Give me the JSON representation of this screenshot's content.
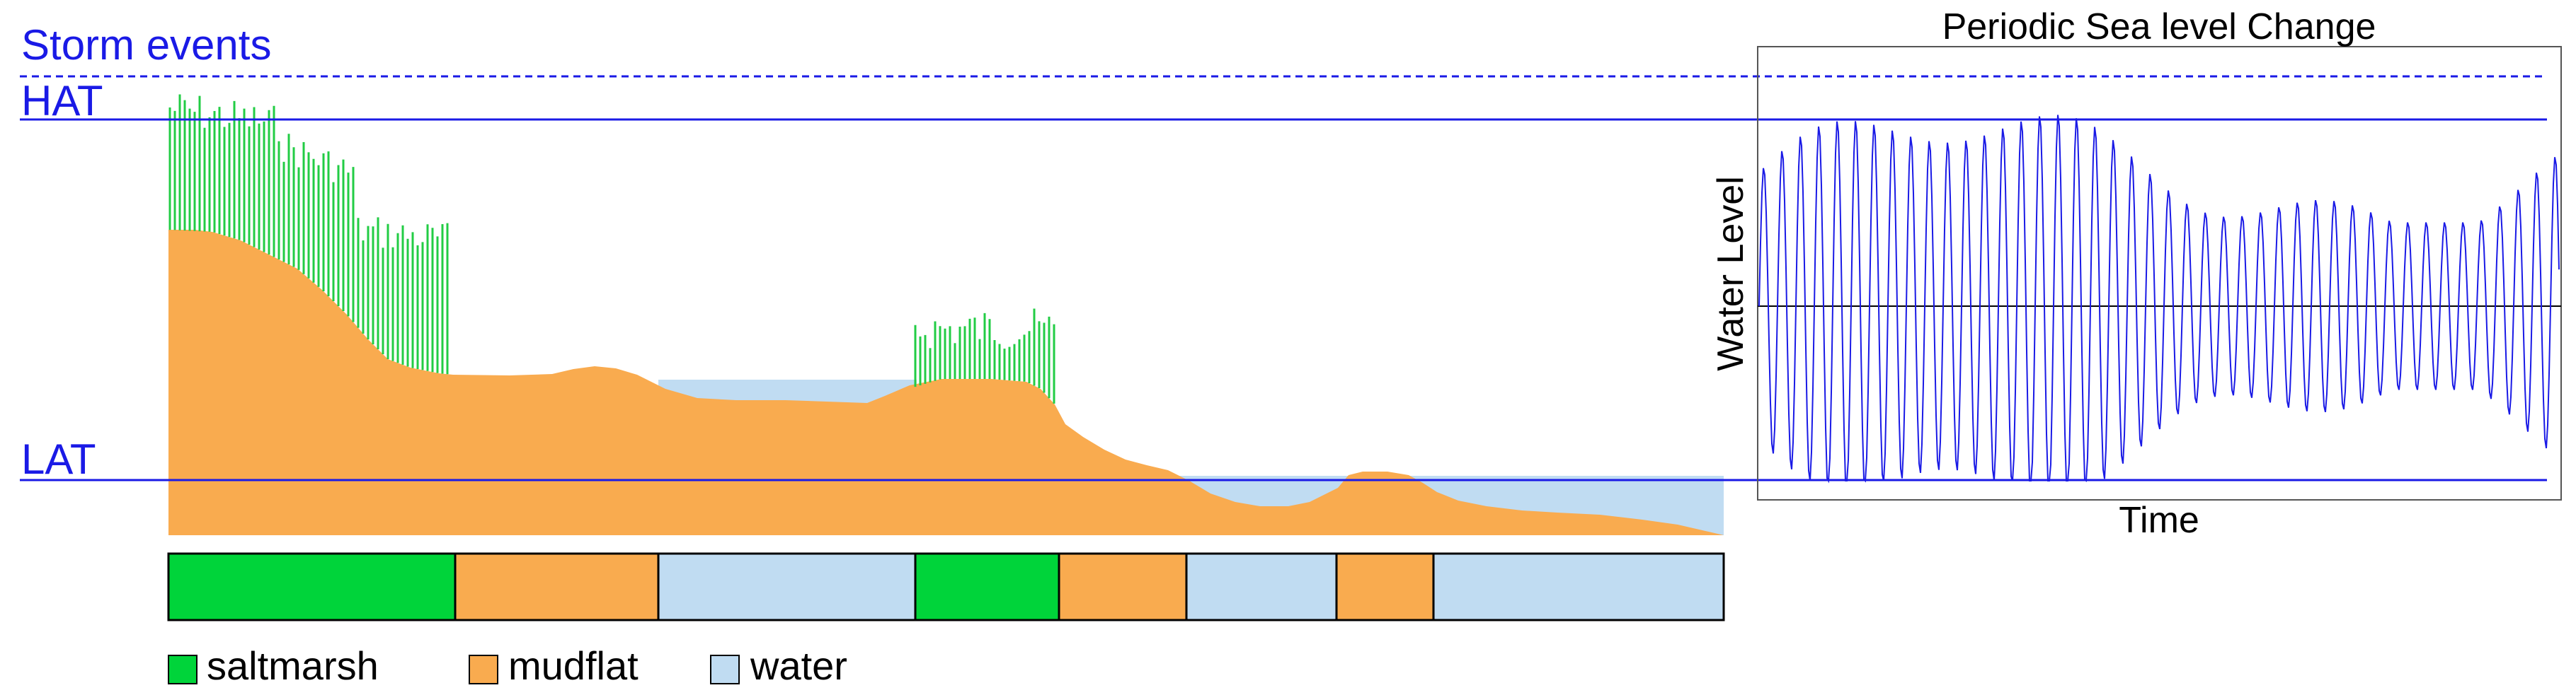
{
  "labels": {
    "storm": "Storm events",
    "hat": "HAT",
    "lat": "LAT"
  },
  "inset": {
    "title": "Periodic Sea level Change",
    "ylabel": "Water Level",
    "xlabel": "Time"
  },
  "legend": [
    {
      "key": "saltmarsh",
      "label": "saltmarsh",
      "color": "#00d43a"
    },
    {
      "key": "mudflat",
      "label": "mudflat",
      "color": "#f9ab4f"
    },
    {
      "key": "water",
      "label": "water",
      "color": "#c0dcf2"
    }
  ],
  "zones": [
    "saltmarsh",
    "mudflat",
    "water",
    "saltmarsh",
    "mudflat",
    "water",
    "mudflat",
    "water"
  ],
  "colors": {
    "levels": "#1a1ae6",
    "marsh_grass": "#22cc44",
    "mud": "#f9ab4f",
    "water": "#c0dcf2",
    "outline": "#000000"
  }
}
